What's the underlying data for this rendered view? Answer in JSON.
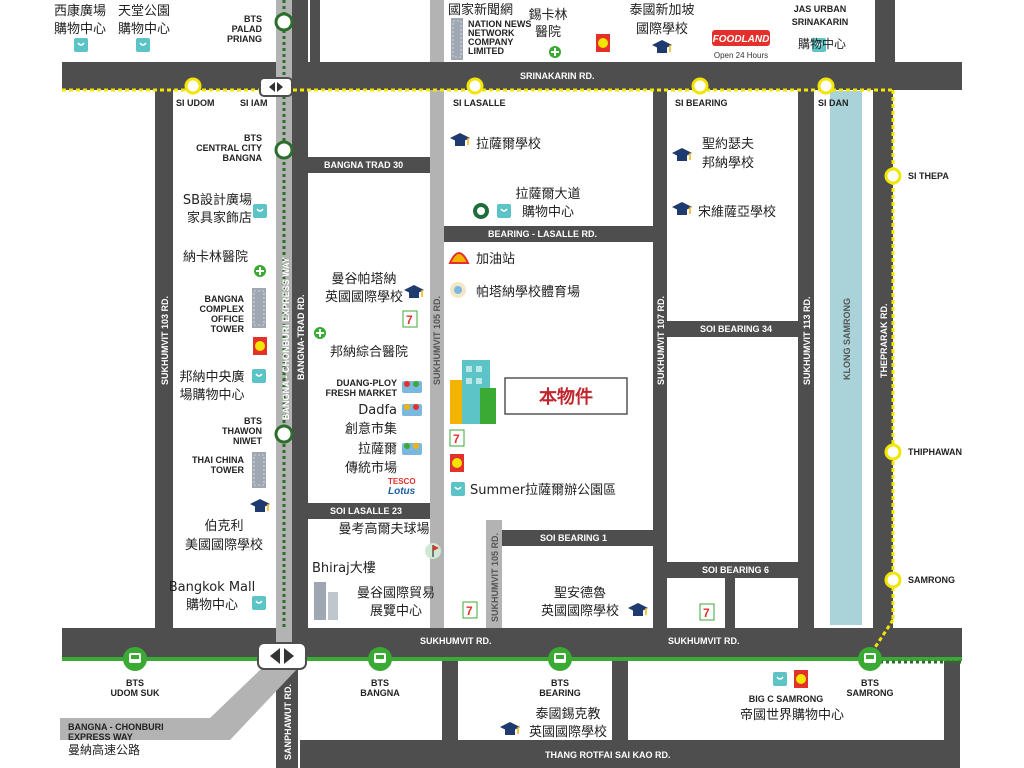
{
  "roads": {
    "srinakarin": "SRINAKARIN RD.",
    "bangna_trad_30": "BANGNA TRAD 30",
    "bearing_lasalle": "BEARING - LASALLE RD.",
    "soi_bearing_34": "SOI BEARING 34",
    "soi_lasalle_23": "SOI LASALLE 23",
    "soi_bearing_1": "SOI BEARING 1",
    "soi_bearing_6": "SOI BEARING 6",
    "sukhumvit_left": "SUKHUMVIT RD.",
    "sukhumvit_right": "SUKHUMVIT RD.",
    "thang_rotfai": "THANG ROTFAI SAI KAO RD.",
    "sukhumvit_103": "SUKHUMVIT 103 RD.",
    "bangna_chonburi_exp": "BANGNA - CHONBURI EXPRESS WAY",
    "bangna_trad_rd": "BANGNA-TRAD RD.",
    "sukhumvit_105_top": "SUKHUMVIT 105 RD.",
    "sukhumvit_105_bottom": "SUKHUMVIT 105 RD.",
    "sukhumvit_107": "SUKHUMVIT 107 RD.",
    "sukhumvit_113": "SUKHUMVIT 113 RD.",
    "klong_samrong": "KLONG SAMRONG",
    "theprarak": "THEPRARAK RD.",
    "sanphawut": "SANPHAWUT RD.",
    "expressway_label_en": "BANGNA - CHONBURI\nEXPRESS WAY",
    "expressway_label_zh": "曼納高速公路"
  },
  "yellow_stations": {
    "si_udom": "SI UDOM",
    "si_iam": "SI IAM",
    "si_lasalle": "SI LASALLE",
    "si_bearing": "SI BEARING",
    "si_dan": "SI DAN",
    "si_thepa": "SI THEPA",
    "thiphawan": "THIPHAWAN",
    "samrong": "SAMRONG"
  },
  "bts_stations": {
    "palad_priang": "BTS\nPALAD\nPRIANG",
    "central_city": "BTS\nCENTRAL CITY\nBANGNA",
    "thawon_niwet": "BTS\nTHAWON\nNIWET",
    "udom_suk": "BTS\nUDOM SUK",
    "bangna": "BTS\nBANGNA",
    "bearing": "BTS\nBEARING",
    "samrong": "BTS\nSAMRONG"
  },
  "places": {
    "seacon_square": "西康廣場\n購物中心",
    "paradise_park": "天堂公園\n購物中心",
    "nation_news_zh": "國家新聞網",
    "nation_news_en": "NATION NEWS\nNETWORK\nCOMPANY\nLIMITED",
    "sikarin_hospital": "錫卡林\n醫院",
    "thai_singapore_school": "泰國新加坡\n國際學校",
    "foodland": "FOODLAND",
    "foodland_open": "Open 24 Hours",
    "jas_urban": "JAS URBAN\nSRINAKARIN",
    "jas_urban_zh": "購物中心",
    "lasalle_school": "拉薩爾學校",
    "lasalle_avenue": "拉薩爾大道\n購物中心",
    "st_joseph": "聖約瑟夫\n邦納學校",
    "sunvijai_school": "宋維薩亞學校",
    "sb_design": "SB設計廣場\n家具家飾店",
    "nakarin_hospital": "納卡林醫院",
    "bangna_complex": "BANGNA\nCOMPLEX\nOFFICE\nTOWER",
    "bangkok_patana": "曼谷帕塔納\n英國國際學校",
    "gas_station": "加油站",
    "patana_sport": "帕塔納學校體育場",
    "bangna_hospital": "邦納綜合醫院",
    "bangna_central": "邦納中央廣\n場購物中心",
    "duang_ploy": "DUANG-PLOY\nFRESH MARKET",
    "dadfa": "Dadfa\n創意市集",
    "lasalle_market": "拉薩爾\n傳統市場",
    "tesco": "TESCO\nLotus",
    "property": "本物件",
    "summer_lasalle": "Summer拉薩爾辦公園區",
    "thai_china_tower": "THAI CHINA\nTOWER",
    "berkeley_school": "伯克利\n美國國際學校",
    "golf_course": "曼考高爾夫球場",
    "bhiraj": "Bhiraj大樓",
    "bitec": "曼谷國際貿易\n展覽中心",
    "bangkok_mall": "Bangkok Mall\n購物中心",
    "st_andrews": "聖安德魯\n英國國際學校",
    "bigc": "BIG C SAMRONG",
    "imperial": "帝國世界購物中心",
    "sikkhakhom": "泰國錫克教\n英國國際學校"
  },
  "colors": {
    "road": "#4e4e4e",
    "road_light": "#b3b3b3",
    "bts_green": "#3aaa35",
    "bts_dark_green": "#2b6e2b",
    "yellow_line": "#f2e500",
    "canal": "#a9d3d9",
    "property_red": "#c0262d",
    "shop_teal": "#5cc3c6",
    "school_navy": "#1f3a6e"
  }
}
